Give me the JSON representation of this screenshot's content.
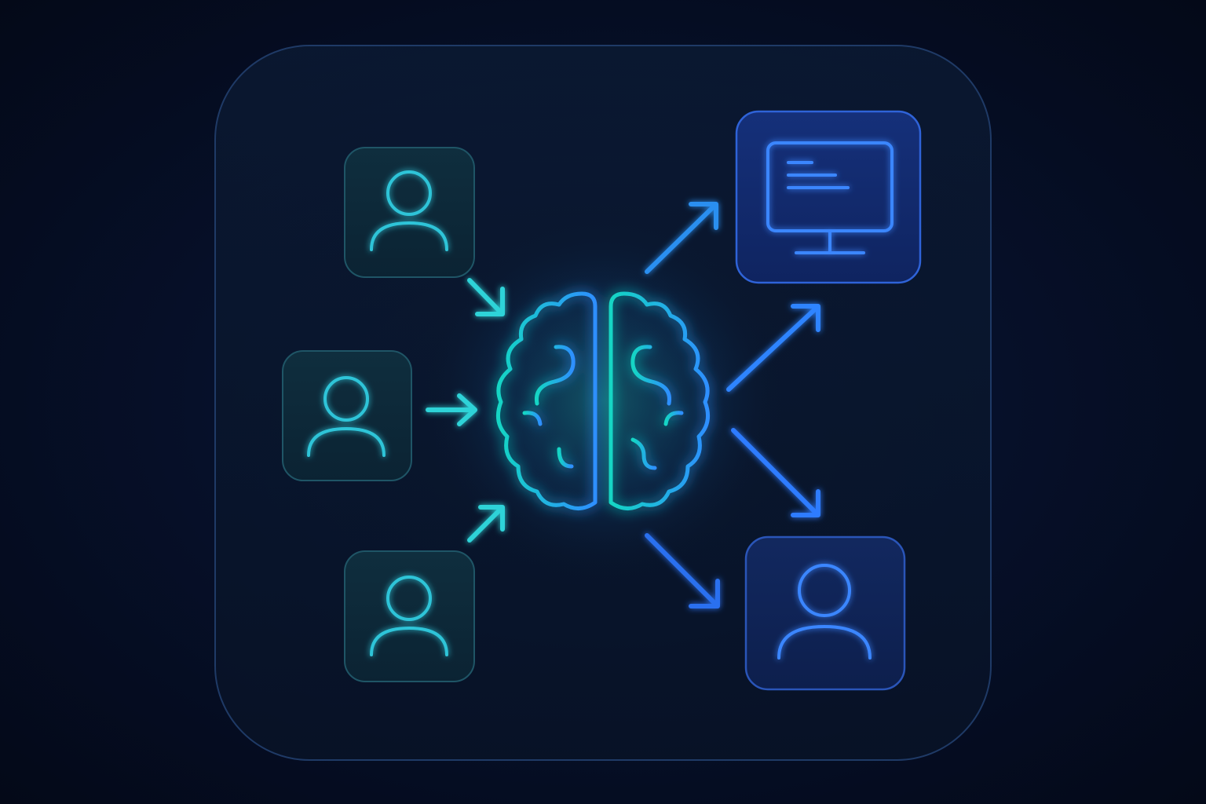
{
  "diagram": {
    "palette": {
      "background": "#050b1c",
      "panel_border": "#1f3a66",
      "input_accent": "#2fc4d8",
      "brain_start": "#14d6c4",
      "brain_end": "#2e8fff",
      "output_accent": "#2f7dff"
    },
    "nodes": {
      "inputs": [
        {
          "icon": "user-icon"
        },
        {
          "icon": "user-icon"
        },
        {
          "icon": "user-icon"
        }
      ],
      "center": {
        "icon": "brain-icon"
      },
      "outputs": [
        {
          "icon": "monitor-icon"
        },
        {
          "icon": "user-icon"
        }
      ]
    },
    "edges": [
      {
        "from": "input-1",
        "to": "brain"
      },
      {
        "from": "input-2",
        "to": "brain"
      },
      {
        "from": "input-3",
        "to": "brain"
      },
      {
        "from": "brain",
        "to": "monitor"
      },
      {
        "from": "brain",
        "to": "monitor"
      },
      {
        "from": "brain",
        "to": "output-user"
      },
      {
        "from": "brain",
        "to": "output-user"
      }
    ]
  }
}
